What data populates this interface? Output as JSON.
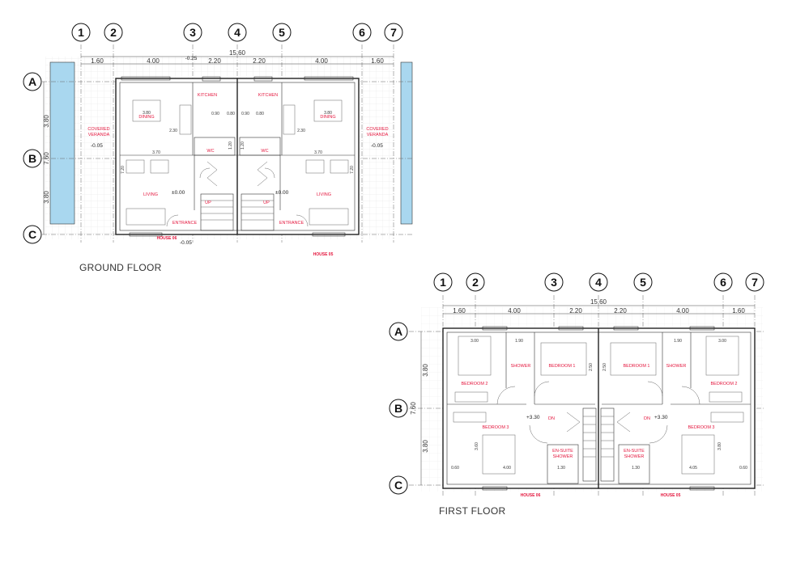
{
  "drawing": {
    "ground_floor": {
      "title": "GROUND FLOOR",
      "overall_dim": "15.60",
      "segment_dims": [
        "1.60",
        "4.00",
        "2.20",
        "2.20",
        "4.00",
        "1.60"
      ],
      "side_dims": [
        "3.80",
        "7.60",
        "3.80"
      ],
      "room_labels": {
        "kitchen_left": "KITCHEN",
        "kitchen_right": "KITCHEN",
        "dining_left": "DINING",
        "dining_right": "DINING",
        "wc_left": "WC",
        "wc_right": "WC",
        "living_left": "LIVING",
        "living_right": "LIVING",
        "entrance_left": "ENTRANCE",
        "entrance_right": "ENTRANCE",
        "veranda_left_1": "COVERED",
        "veranda_left_2": "VERANDA",
        "veranda_right_1": "COVERED",
        "veranda_right_2": "VERANDA",
        "up_left": "UP",
        "up_right": "UP"
      },
      "levels": {
        "top": "-0.25",
        "veranda_left": "-0.05",
        "veranda_right": "-0.05",
        "living_left": "±0.00",
        "living_right": "±0.00",
        "entrance": "-0.05"
      },
      "house_labels": [
        "HOUSE 06",
        "HOUSE 05"
      ],
      "small_dims": [
        "3.80",
        "3.80",
        "0.90",
        "0.80",
        "0.90",
        "0.80",
        "3.70",
        "3.70",
        "7.20",
        "7.20",
        "2.30",
        "2.30",
        "1.20",
        "1.20"
      ]
    },
    "first_floor": {
      "title": "FIRST FLOOR",
      "overall_dim": "15.60",
      "segment_dims": [
        "1.60",
        "4.00",
        "2.20",
        "2.20",
        "4.00",
        "1.60"
      ],
      "side_dims": [
        "3.80",
        "7.60",
        "3.80"
      ],
      "room_labels": {
        "bedroom2_left": "BEDROOM 2",
        "bedroom2_right": "BEDROOM 2",
        "shower_left": "SHOWER",
        "shower_right": "SHOWER",
        "bedroom1_left": "BEDROOM 1",
        "bedroom1_right": "BEDROOM 1",
        "bedroom3_left": "BEDROOM 3",
        "bedroom3_right": "BEDROOM 3",
        "ensuite_left_1": "EN-SUITE",
        "ensuite_left_2": "SHOWER",
        "ensuite_right_1": "EN-SUITE",
        "ensuite_right_2": "SHOWER",
        "dn_left": "DN",
        "dn_right": "DN"
      },
      "levels": {
        "left": "+3.30",
        "right": "+3.30"
      },
      "house_labels": [
        "HOUSE 06",
        "HOUSE 05"
      ],
      "small_dims": [
        "3.00",
        "3.00",
        "1.90",
        "1.90",
        "2.50",
        "2.50",
        "4.00",
        "4.05",
        "1.30",
        "1.30",
        "0.60",
        "0.60",
        "3.60",
        "3.80"
      ]
    },
    "axis_columns": [
      "1",
      "2",
      "3",
      "4",
      "5",
      "6",
      "7"
    ],
    "axis_rows": [
      "A",
      "B",
      "C"
    ],
    "colors": {
      "room_label": "#e4163d",
      "pool": "#a9d7ef",
      "wall": "#222222"
    }
  }
}
